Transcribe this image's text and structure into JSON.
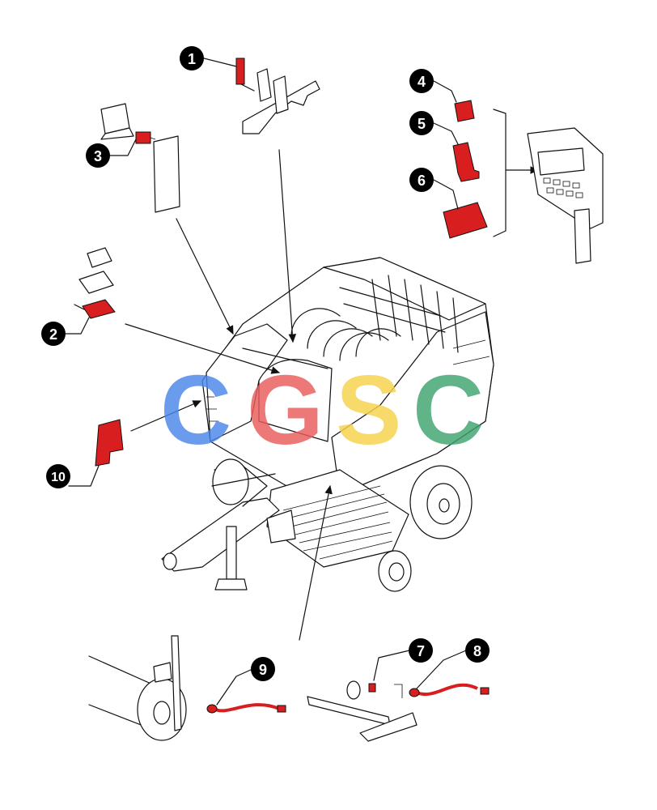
{
  "callouts": [
    {
      "label": "1"
    },
    {
      "label": "2"
    },
    {
      "label": "3"
    },
    {
      "label": "4"
    },
    {
      "label": "5"
    },
    {
      "label": "6"
    },
    {
      "label": "7"
    },
    {
      "label": "8"
    },
    {
      "label": "9"
    },
    {
      "label": "10"
    }
  ],
  "watermark": {
    "text": "CGSC",
    "letters": [
      "C",
      "G",
      "S",
      "C"
    ],
    "colors": [
      "#4a86e8",
      "#ea5b5b",
      "#f7d24a",
      "#3fa36f"
    ]
  },
  "colors": {
    "part_red": "#d81e1e",
    "callout_fill": "#000000",
    "line": "#111111"
  }
}
